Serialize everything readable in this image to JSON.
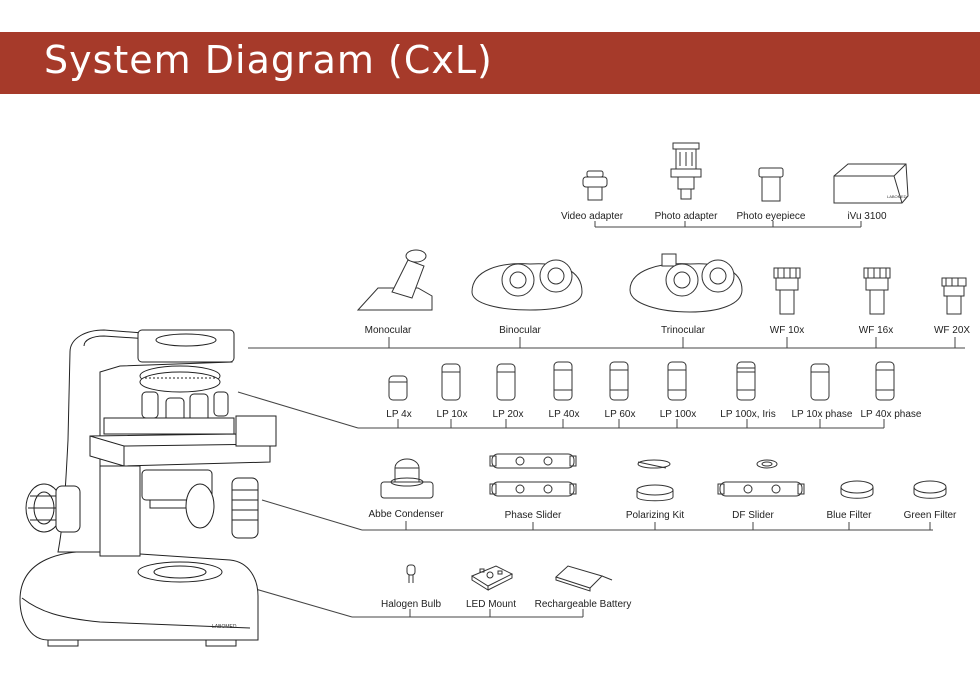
{
  "header": {
    "title": "System Diagram (CxL)"
  },
  "colors": {
    "banner": "#a63a2a",
    "line": "#444444"
  },
  "groups": {
    "imaging": {
      "items": [
        {
          "label": "Video adapter",
          "icon": "video-adapter-icon"
        },
        {
          "label": "Photo adapter",
          "icon": "photo-adapter-icon"
        },
        {
          "label": "Photo eyepiece",
          "icon": "photo-eyepiece-icon"
        },
        {
          "label": "iVu 3100",
          "icon": "camera-icon"
        }
      ]
    },
    "heads": {
      "items": [
        {
          "label": "Monocular",
          "icon": "monocular-head-icon"
        },
        {
          "label": "Binocular",
          "icon": "binocular-head-icon"
        },
        {
          "label": "Trinocular",
          "icon": "trinocular-head-icon"
        },
        {
          "label": "WF 10x",
          "icon": "eyepiece-icon"
        },
        {
          "label": "WF 16x",
          "icon": "eyepiece-icon"
        },
        {
          "label": "WF 20X",
          "icon": "eyepiece-icon"
        }
      ]
    },
    "objectives": {
      "items": [
        {
          "label": "LP 4x"
        },
        {
          "label": "LP 10x"
        },
        {
          "label": "LP 20x"
        },
        {
          "label": "LP 40x"
        },
        {
          "label": "LP 60x"
        },
        {
          "label": "LP 100x"
        },
        {
          "label": "LP 100x, Iris"
        },
        {
          "label": "LP 10x phase"
        },
        {
          "label": "LP 40x phase"
        }
      ]
    },
    "condensers": {
      "items": [
        {
          "label": "Abbe Condenser",
          "icon": "condenser-icon"
        },
        {
          "label": "Phase Slider",
          "icon": "slider-icon"
        },
        {
          "label": "Polarizing Kit",
          "icon": "polarizer-icon"
        },
        {
          "label": "DF Slider",
          "icon": "slider-icon"
        },
        {
          "label": "Blue Filter",
          "icon": "filter-icon"
        },
        {
          "label": "Green Filter",
          "icon": "filter-icon"
        }
      ]
    },
    "illumination": {
      "items": [
        {
          "label": "Halogen Bulb",
          "icon": "bulb-icon"
        },
        {
          "label": "LED Mount",
          "icon": "led-mount-icon"
        },
        {
          "label": "Rechargeable Battery",
          "icon": "battery-icon"
        }
      ]
    }
  },
  "microscope": {
    "brand": "LABOMED"
  },
  "camera": {
    "brand": "LABOMED"
  }
}
